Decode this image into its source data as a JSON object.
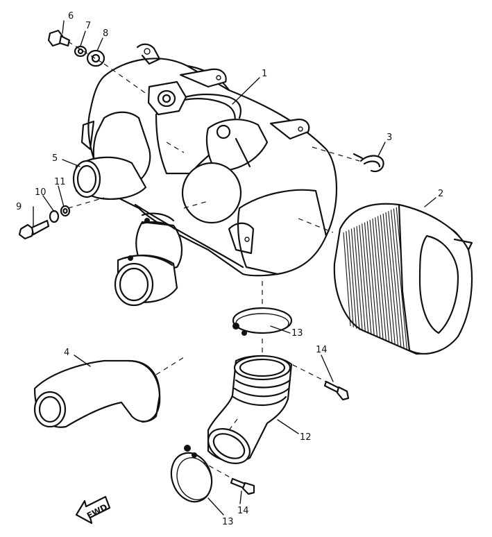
{
  "callouts": [
    {
      "id": "1",
      "label": "1"
    },
    {
      "id": "2",
      "label": "2"
    },
    {
      "id": "3",
      "label": "3"
    },
    {
      "id": "4",
      "label": "4"
    },
    {
      "id": "5",
      "label": "5"
    },
    {
      "id": "6",
      "label": "6"
    },
    {
      "id": "7",
      "label": "7"
    },
    {
      "id": "8",
      "label": "8"
    },
    {
      "id": "9",
      "label": "9"
    },
    {
      "id": "10",
      "label": "10"
    },
    {
      "id": "11",
      "label": "11"
    },
    {
      "id": "12",
      "label": "12"
    },
    {
      "id": "13a",
      "label": "13"
    },
    {
      "id": "13b",
      "label": "13"
    },
    {
      "id": "14a",
      "label": "14"
    },
    {
      "id": "14b",
      "label": "14"
    }
  ],
  "fwd_arrow": {
    "label": "FWD"
  }
}
